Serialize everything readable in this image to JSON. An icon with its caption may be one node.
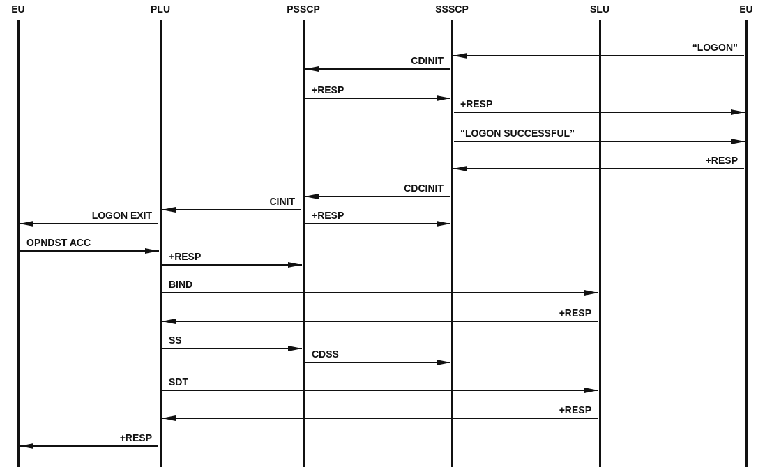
{
  "diagram": {
    "nodes": [
      {
        "text": [
          "EU"
        ]
      },
      {
        "text": [
          "PLU"
        ]
      },
      {
        "text": [
          "PSSCP"
        ]
      },
      {
        "text": [
          "SSSCP"
        ]
      },
      {
        "text": [
          "SLU"
        ]
      },
      {
        "text": [
          "EU"
        ]
      }
    ],
    "edges": [
      {
        "from": 5,
        "to": 3,
        "arrow": "to",
        "label": "“LOGON”"
      },
      {
        "from": 3,
        "to": 2,
        "arrow": "to",
        "label": "CDINIT"
      },
      {
        "from": 2,
        "to": 3,
        "arrow": "to",
        "label": "+RESP"
      },
      {
        "from": 3,
        "to": 5,
        "arrow": "to",
        "label": "+RESP"
      },
      {
        "from": 3,
        "to": 5,
        "arrow": "to",
        "label": "“LOGON SUCCESSFUL”"
      },
      {
        "from": 5,
        "to": 3,
        "arrow": "to",
        "label": "+RESP"
      },
      {
        "from": 3,
        "to": 2,
        "arrow": "to",
        "label": "CDCINIT"
      },
      {
        "from": 2,
        "to": 1,
        "arrow": "to",
        "label": "CINIT"
      },
      {
        "from": 1,
        "to": 0,
        "arrow": "to",
        "label": "LOGON EXIT"
      },
      {
        "from": 2,
        "to": 3,
        "arrow": "to",
        "label": "+RESP"
      },
      {
        "from": 0,
        "to": 1,
        "arrow": "to",
        "label": "OPNDST ACC"
      },
      {
        "from": 1,
        "to": 2,
        "arrow": "to",
        "label": "+RESP"
      },
      {
        "from": 1,
        "to": 4,
        "arrow": "to",
        "label": "BIND"
      },
      {
        "from": 4,
        "to": 1,
        "arrow": "to",
        "label": "+RESP"
      },
      {
        "from": 1,
        "to": 2,
        "arrow": "to",
        "label": "SS"
      },
      {
        "from": 2,
        "to": 3,
        "arrow": "to",
        "label": "CDSS"
      },
      {
        "from": 1,
        "to": 4,
        "arrow": "to",
        "label": "SDT"
      },
      {
        "from": 4,
        "to": 1,
        "arrow": "to",
        "label": "+RESP"
      },
      {
        "from": 1,
        "to": 0,
        "arrow": "to",
        "label": "+RESP"
      }
    ]
  }
}
